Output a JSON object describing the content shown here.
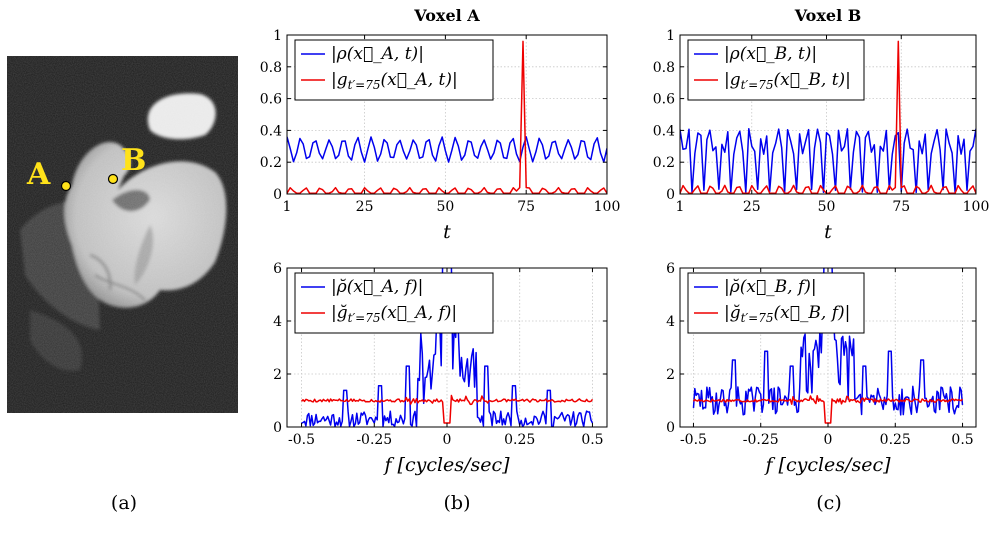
{
  "image_panel": {
    "points": [
      {
        "label": "A",
        "marker_color": "#ffe21a"
      },
      {
        "label": "B",
        "marker_color": "#ffe21a"
      }
    ]
  },
  "panel_labels": [
    "(a)",
    "(b)",
    "(c)"
  ],
  "colors": {
    "blue": "#0000ee",
    "red": "#ee0000",
    "grid": "#c8c8c8"
  },
  "chart_data": [
    {
      "id": "time_A",
      "type": "line",
      "title": "Voxel A",
      "xlabel": "t",
      "ylabel": "",
      "xlim": [
        1,
        100
      ],
      "ylim": [
        0,
        1
      ],
      "xticks": [
        "1",
        "25",
        "50",
        "75",
        "100"
      ],
      "xtick_values": [
        1,
        25,
        50,
        75,
        100
      ],
      "yticks": [
        "0",
        "0.2",
        "0.4",
        "0.6",
        "0.8",
        "1"
      ],
      "ytick_values": [
        0,
        0.2,
        0.4,
        0.6,
        0.8,
        1
      ],
      "grid": true,
      "legend": "top-left",
      "series": [
        {
          "name": "|ρ(x⃗_A, t)|",
          "color": "#0000ee",
          "gen": "tA_rho"
        },
        {
          "name": "|g_{t′=75}(x⃗_A, t)|",
          "color": "#ee0000",
          "gen": "tA_g"
        }
      ]
    },
    {
      "id": "time_B",
      "type": "line",
      "title": "Voxel B",
      "xlabel": "t",
      "ylabel": "",
      "xlim": [
        1,
        100
      ],
      "ylim": [
        0,
        1
      ],
      "xticks": [
        "1",
        "25",
        "50",
        "75",
        "100"
      ],
      "xtick_values": [
        1,
        25,
        50,
        75,
        100
      ],
      "yticks": [
        "0",
        "0.2",
        "0.4",
        "0.6",
        "0.8",
        "1"
      ],
      "ytick_values": [
        0,
        0.2,
        0.4,
        0.6,
        0.8,
        1
      ],
      "grid": true,
      "legend": "top-left",
      "series": [
        {
          "name": "|ρ(x⃗_B, t)|",
          "color": "#0000ee",
          "gen": "tB_rho"
        },
        {
          "name": "|g_{t′=75}(x⃗_B, t)|",
          "color": "#ee0000",
          "gen": "tB_g"
        }
      ]
    },
    {
      "id": "freq_A",
      "type": "line",
      "title": "",
      "xlabel": "f [cycles/sec]",
      "ylabel": "",
      "xlim": [
        -0.55,
        0.55
      ],
      "ylim": [
        0,
        6
      ],
      "xticks": [
        "-0.5",
        "-0.25",
        "0",
        "0.25",
        "0.5"
      ],
      "xtick_values": [
        -0.5,
        -0.25,
        0,
        0.25,
        0.5
      ],
      "yticks": [
        "0",
        "2",
        "4",
        "6"
      ],
      "ytick_values": [
        0,
        2,
        4,
        6
      ],
      "grid": true,
      "legend": "top-left",
      "series": [
        {
          "name": "|ρ̆(x⃗_A, f)|",
          "color": "#0000ee",
          "gen": "fA_rho"
        },
        {
          "name": "|ğ_{t′=75}(x⃗_A, f)|",
          "color": "#ee0000",
          "gen": "fA_g"
        }
      ]
    },
    {
      "id": "freq_B",
      "type": "line",
      "title": "",
      "xlabel": "f [cycles/sec]",
      "ylabel": "",
      "xlim": [
        -0.55,
        0.55
      ],
      "ylim": [
        0,
        6
      ],
      "xticks": [
        "-0.5",
        "-0.25",
        "0",
        "0.25",
        "0.5"
      ],
      "xtick_values": [
        -0.5,
        -0.25,
        0,
        0.25,
        0.5
      ],
      "yticks": [
        "0",
        "2",
        "4",
        "6"
      ],
      "ytick_values": [
        0,
        2,
        4,
        6
      ],
      "grid": true,
      "legend": "top-left",
      "series": [
        {
          "name": "|ρ̆(x⃗_B, f)|",
          "color": "#0000ee",
          "gen": "fB_rho"
        },
        {
          "name": "|ğ_{t′=75}(x⃗_B, f)|",
          "color": "#ee0000",
          "gen": "fB_g"
        }
      ]
    }
  ]
}
